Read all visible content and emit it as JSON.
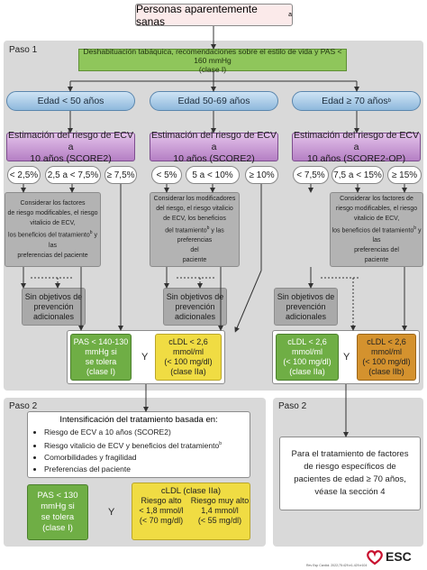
{
  "top": {
    "title": "Personas aparentemente sanas",
    "sup": "a"
  },
  "paso1": {
    "label": "Paso 1",
    "lifestyle": [
      "Deshabituación tabáquica, recomendaciones sobre el estilo de vida y PAS < 160 mmHg",
      "(clase I)"
    ]
  },
  "columns": [
    {
      "age": "Edad < 50 años",
      "estimation": [
        "Estimación del riesgo de ECV a",
        "10 años (SCORE2)"
      ],
      "risk": [
        "< 2,5%",
        "2,5 a < 7,5%",
        "≥ 7,5%"
      ],
      "consider": [
        "Considerar los factores",
        "de riesgo modificables, el riesgo",
        "vitalicio de ECV,",
        "los beneficios del tratamiento",
        "b",
        " y",
        "las",
        "preferencias del paciente"
      ],
      "sin": [
        "Sin objetivos de",
        "prevención",
        "adicionales"
      ]
    },
    {
      "age": "Edad 50-69 años",
      "estimation": [
        "Estimación del riesgo de ECV a",
        "10 años (SCORE2)"
      ],
      "risk": [
        "< 5%",
        "5 a < 10%",
        "≥ 10%"
      ],
      "consider": [
        "Considerar los modificadores",
        "del riesgo, el riesgo vitalicio",
        "de ECV, los beneficios",
        "del tratamiento",
        "b",
        " y las preferencias",
        "del",
        "paciente"
      ],
      "sin": [
        "Sin objetivos de",
        "prevención",
        "adicionales"
      ]
    },
    {
      "age": "Edad ≥ 70 años",
      "age_sup": "b",
      "estimation": [
        "Estimación del riesgo de ECV a",
        "10 años (SCORE2-OP)"
      ],
      "risk": [
        "< 7,5%",
        "7,5 a < 15%",
        "≥ 15%"
      ],
      "consider": [
        "Considerar los factores de",
        "riesgo modificables, el riesgo",
        "vitalicio de ECV,",
        "los beneficios del tratamiento",
        "b",
        " y las",
        "preferencias del",
        "paciente"
      ],
      "sin": [
        "Sin objetivos de",
        "prevención",
        "adicionales"
      ]
    }
  ],
  "targets_left": {
    "pas": [
      "PAS < 140-130",
      "mmHg si",
      "se tolera",
      "(clase I)"
    ],
    "ldl": [
      "cLDL < 2,6",
      "mmol/ml",
      "(< 100 mg/dl)",
      "(clase IIa)"
    ],
    "y": "Y"
  },
  "targets_right": {
    "ldl1": [
      "cLDL < 2,6",
      "mmol/ml",
      "(< 100 mg/dl)",
      "(clase IIa)"
    ],
    "ldl2": [
      "cLDL < 2,6",
      "mmol/ml",
      "(< 100 mg/dl)",
      "(clase IIb)"
    ],
    "y": "Y"
  },
  "paso2_left": {
    "label": "Paso 2",
    "heading": "Intensificación del tratamiento basada en:",
    "bullets": [
      "Riesgo de ECV a 10 años (SCORE2)",
      "Riesgo vitalicio de ECV y beneficios del tratamiento",
      "Comorbilidades y fragilidad",
      "Preferencias del paciente"
    ],
    "bullet_sup": "b",
    "pas": [
      "PAS < 130",
      "mmHg si",
      "se tolera",
      "(clase I)"
    ],
    "y": "Y",
    "ldl_head": "cLDL (clase IIa)",
    "ldl_a": [
      "Riesgo alto",
      "< 1,8 mmol/l",
      "(< 70 mg/dl)"
    ],
    "ldl_b": [
      "Riesgo muy alto",
      "1,4 mmol/l",
      "(< 55 mg/dl)"
    ]
  },
  "paso2_right": {
    "label": "Paso 2",
    "text": [
      "Para el tratamiento de factores",
      "de riesgo específicos de",
      "pacientes de edad ≥ 70 años,",
      "véase la sección 4"
    ]
  },
  "logo": {
    "text": "ESC",
    "caption": "Rev Esp Cardiol. 2022;75:429.e1-429.e104"
  },
  "colors": {
    "purple": "#b57fc4",
    "green": "#6fae45",
    "yellow": "#f0dc43",
    "orange": "#d4922e",
    "blue": "#8eb8dc",
    "panel": "#d9d9d9",
    "accent": "#c8102e"
  }
}
